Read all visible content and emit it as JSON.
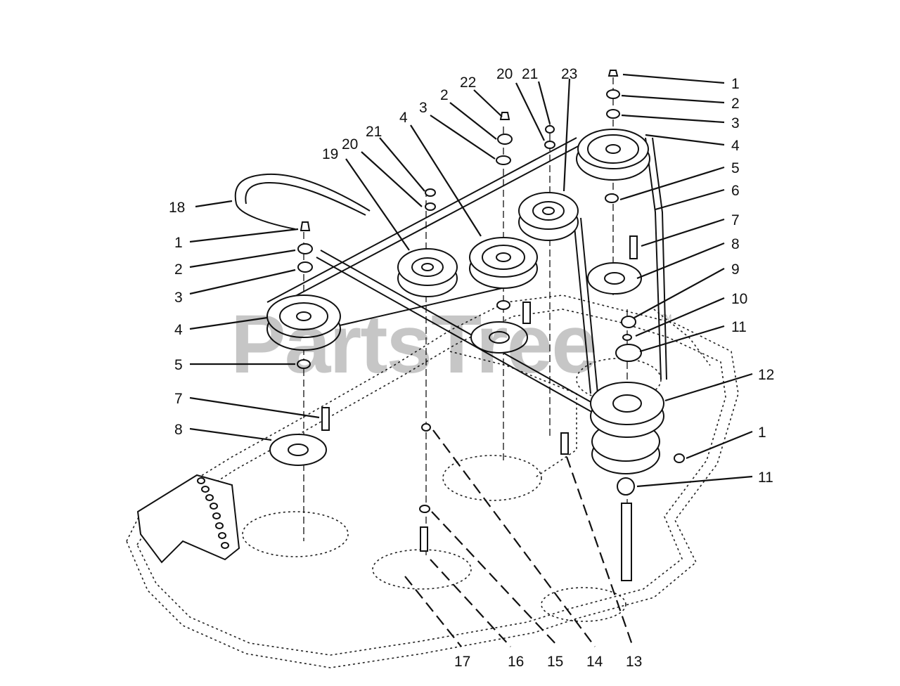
{
  "watermark": {
    "text": "PartsTree",
    "tm": "TM"
  },
  "callouts": [
    {
      "id": "c1",
      "text": "1"
    },
    {
      "id": "c2",
      "text": "2"
    },
    {
      "id": "c3",
      "text": "3"
    },
    {
      "id": "c4",
      "text": "4"
    },
    {
      "id": "c5",
      "text": "5"
    },
    {
      "id": "c6",
      "text": "6"
    },
    {
      "id": "c7",
      "text": "7"
    },
    {
      "id": "c8",
      "text": "8"
    },
    {
      "id": "c9",
      "text": "9"
    },
    {
      "id": "c10",
      "text": "10"
    },
    {
      "id": "c11",
      "text": "11"
    },
    {
      "id": "c12",
      "text": "12"
    },
    {
      "id": "c1b",
      "text": "1"
    },
    {
      "id": "c11b",
      "text": "11"
    },
    {
      "id": "c18",
      "text": "18"
    },
    {
      "id": "c1l",
      "text": "1"
    },
    {
      "id": "c2l",
      "text": "2"
    },
    {
      "id": "c3l",
      "text": "3"
    },
    {
      "id": "c4l",
      "text": "4"
    },
    {
      "id": "c5l",
      "text": "5"
    },
    {
      "id": "c7l",
      "text": "7"
    },
    {
      "id": "c8l",
      "text": "8"
    },
    {
      "id": "c19",
      "text": "19"
    },
    {
      "id": "c20",
      "text": "20"
    },
    {
      "id": "c21",
      "text": "21"
    },
    {
      "id": "c4m",
      "text": "4"
    },
    {
      "id": "c3m",
      "text": "3"
    },
    {
      "id": "c2m",
      "text": "2"
    },
    {
      "id": "c22",
      "text": "22"
    },
    {
      "id": "c20t",
      "text": "20"
    },
    {
      "id": "c21t",
      "text": "21"
    },
    {
      "id": "c23",
      "text": "23"
    },
    {
      "id": "c17",
      "text": "17"
    },
    {
      "id": "c16",
      "text": "16"
    },
    {
      "id": "c15",
      "text": "15"
    },
    {
      "id": "c14",
      "text": "14"
    },
    {
      "id": "c13",
      "text": "13"
    }
  ]
}
